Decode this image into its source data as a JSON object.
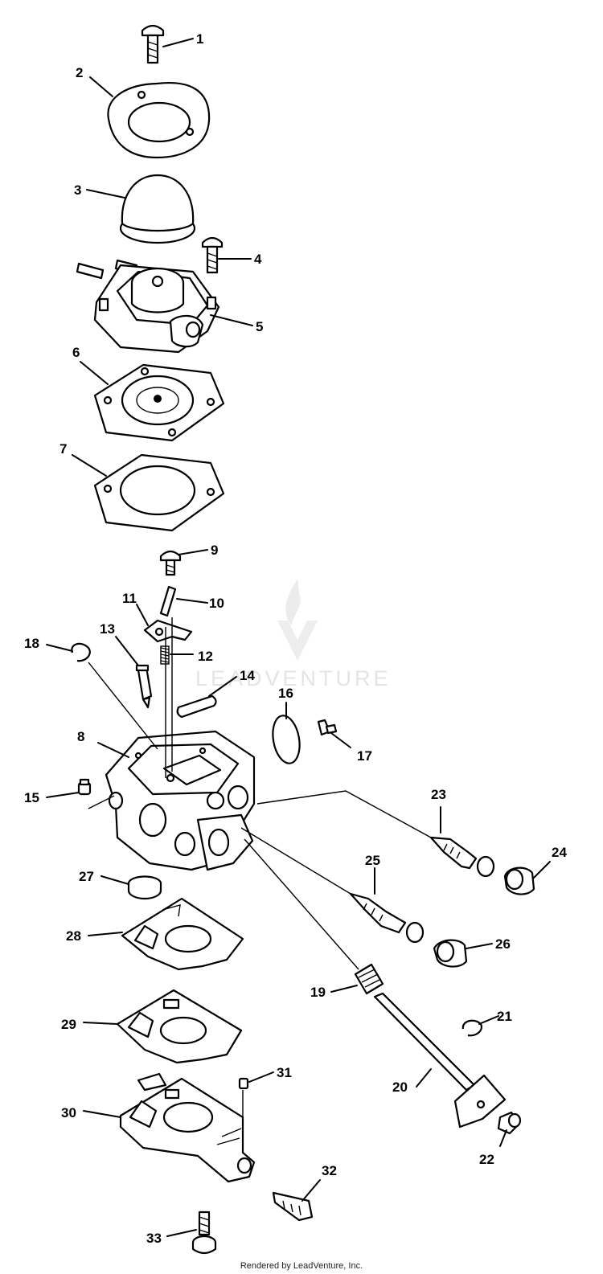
{
  "diagram": {
    "callouts": [
      "1",
      "2",
      "3",
      "4",
      "5",
      "6",
      "7",
      "8",
      "9",
      "10",
      "11",
      "12",
      "13",
      "14",
      "15",
      "16",
      "17",
      "18",
      "19",
      "20",
      "21",
      "22",
      "23",
      "24",
      "25",
      "26",
      "27",
      "28",
      "29",
      "30",
      "31",
      "32",
      "33"
    ],
    "watermark": "LEADVENTURE",
    "footer": "Rendered by LeadVenture, Inc."
  }
}
